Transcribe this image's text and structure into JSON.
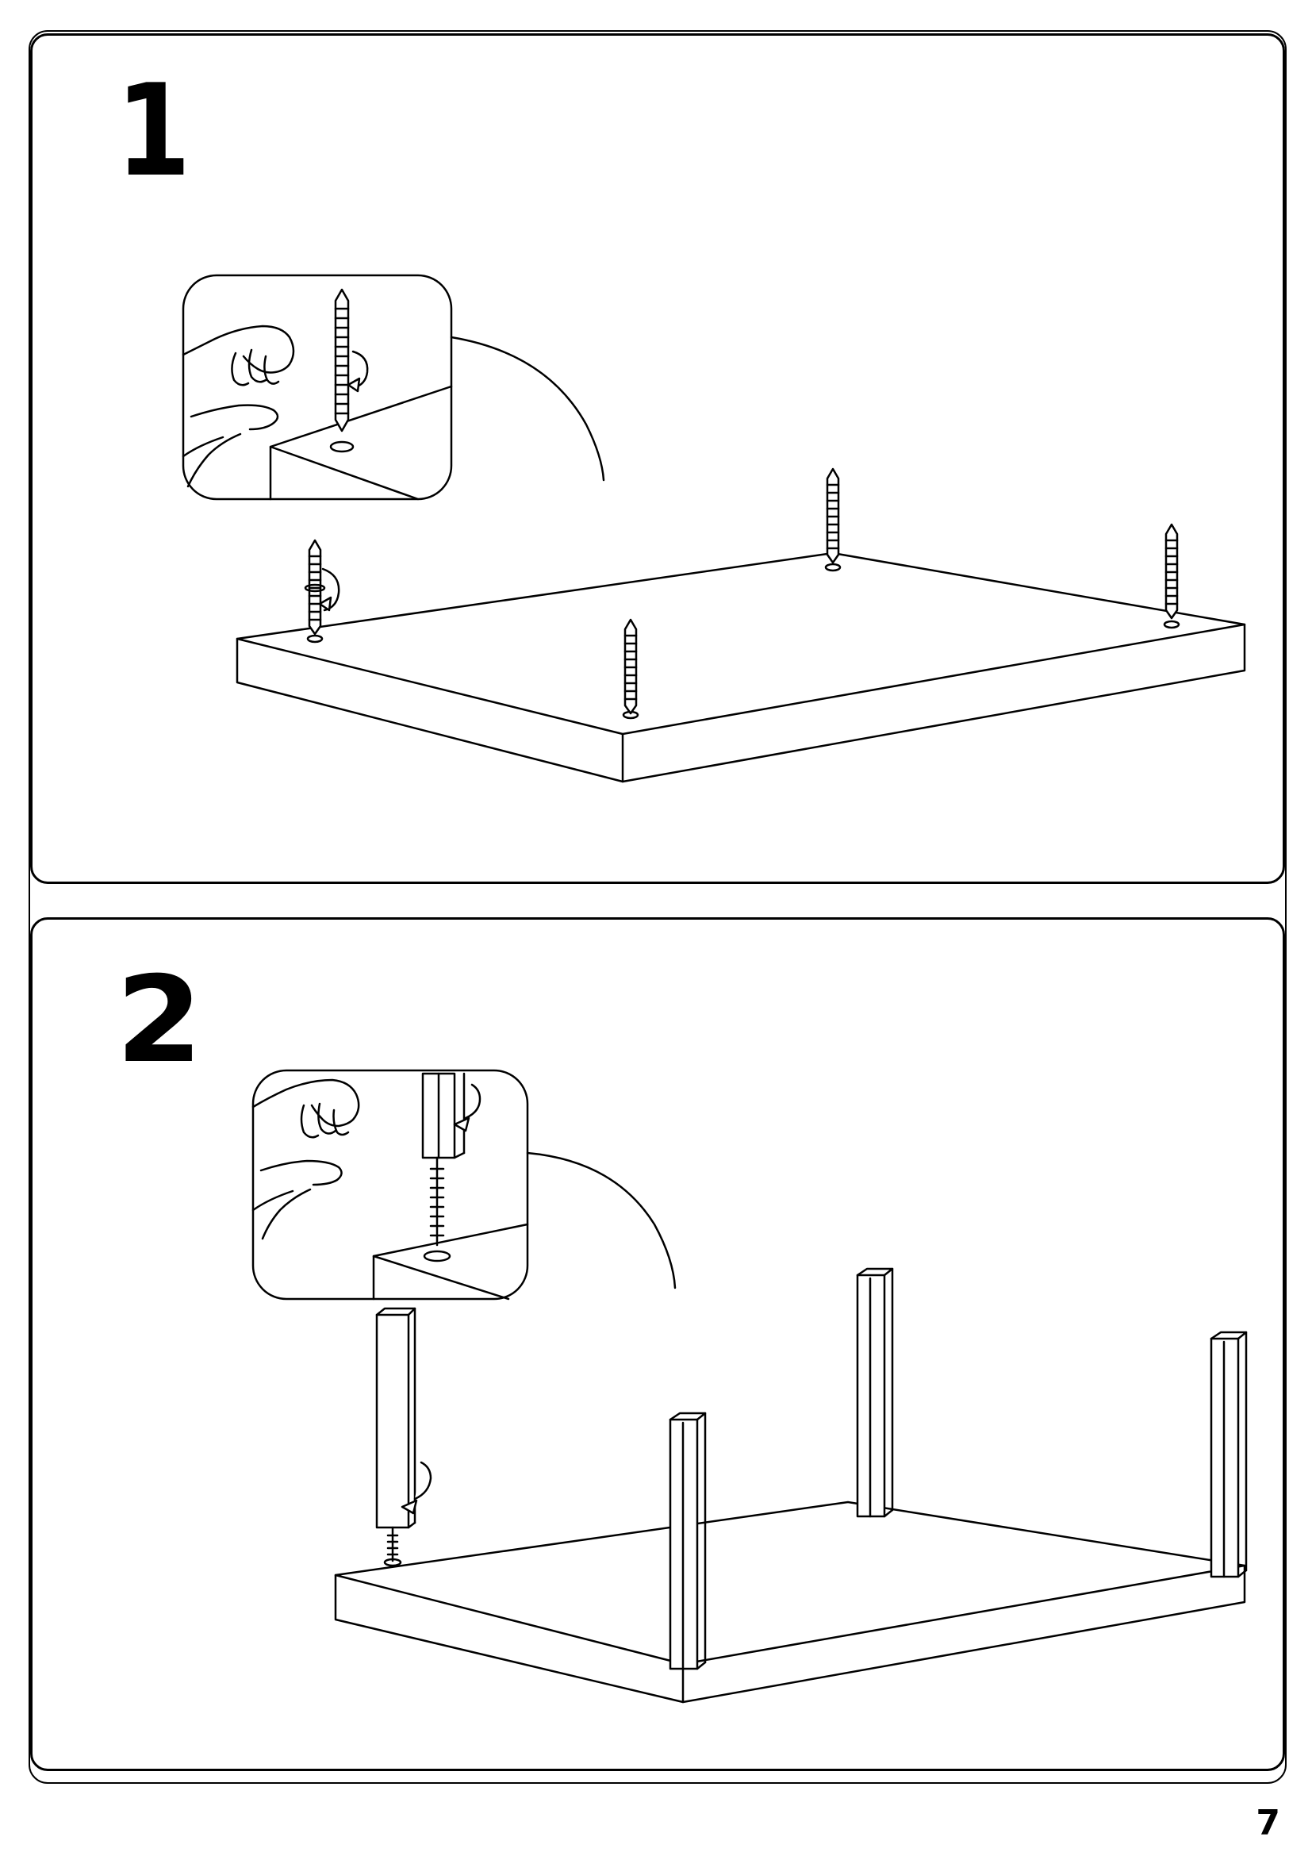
{
  "page": {
    "page_number": "7"
  },
  "steps": [
    {
      "number": "1"
    },
    {
      "number": "2"
    }
  ],
  "icons": {
    "hand": "hand-icon",
    "screw": "screw-icon",
    "rotate_arrow": "rotate-arrow-icon",
    "leg": "table-leg-icon"
  },
  "colors": {
    "ink": "#000000",
    "paper": "#ffffff"
  }
}
